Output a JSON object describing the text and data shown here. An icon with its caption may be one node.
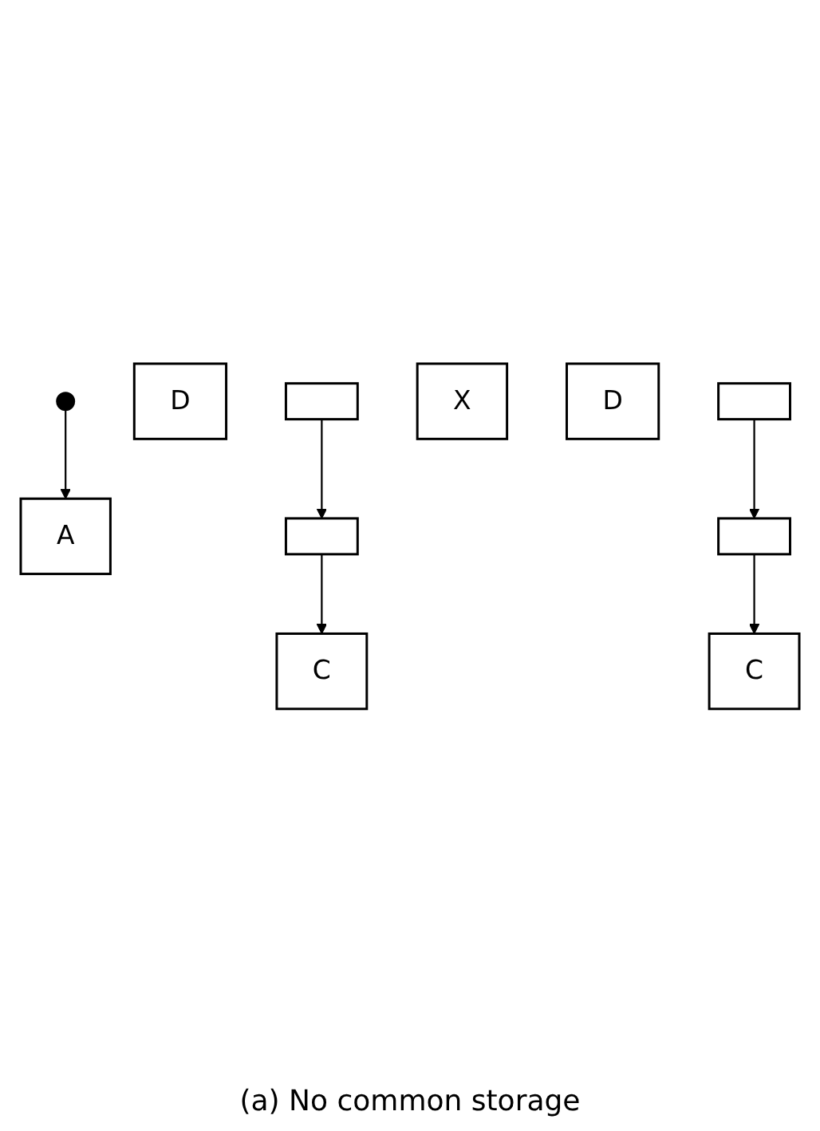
{
  "diagram": {
    "caption": "(a) No common storage",
    "nodes": [
      {
        "text": [
          "A"
        ]
      },
      {
        "text": [],
        "shape": "box"
      },
      {
        "text": [
          "C"
        ]
      },
      {
        "text": [
          "D"
        ]
      },
      {
        "text": [],
        "shape": "box"
      },
      {
        "text": [],
        "shape": "box"
      },
      {
        "text": [],
        "shape": "box"
      },
      {
        "text": [
          "X"
        ]
      },
      {
        "text": [
          "C"
        ]
      },
      {
        "text": [
          "D"
        ]
      }
    ],
    "edges": [
      {
        "from": null,
        "to": 0,
        "arrow": "to"
      },
      {
        "from": 1,
        "to": 4,
        "arrow": "to"
      },
      {
        "from": 4,
        "to": 2,
        "arrow": "to"
      },
      {
        "from": 5,
        "to": 6,
        "arrow": "to"
      },
      {
        "from": 6,
        "to": 8,
        "arrow": "to"
      }
    ]
  }
}
